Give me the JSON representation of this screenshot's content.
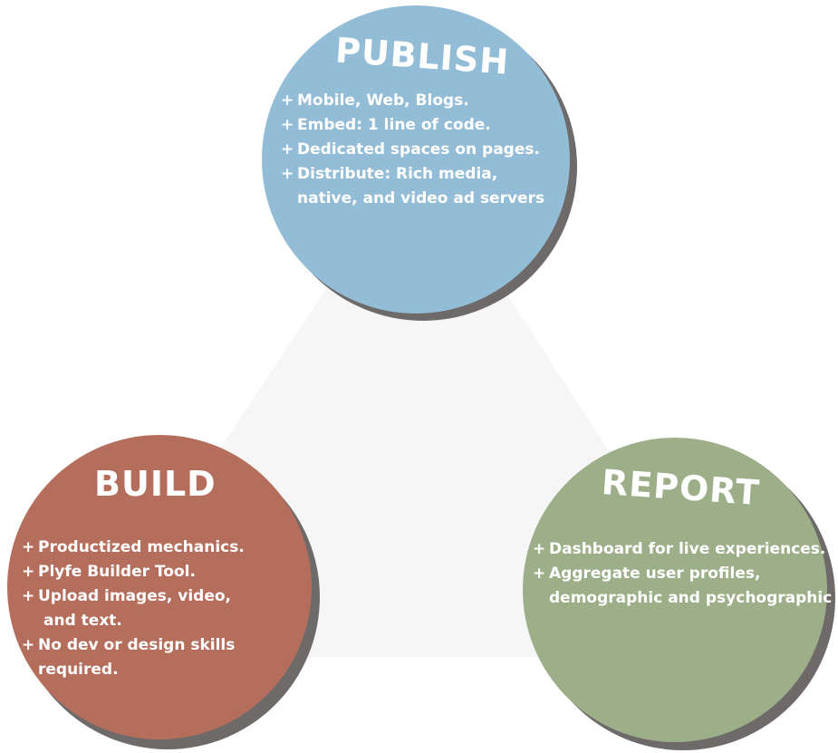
{
  "publish": {
    "title": "PUBLISH",
    "color": "#93bcd6",
    "items": [
      {
        "line1": "Mobile, Web, Blogs.",
        "line2": ""
      },
      {
        "line1": "Embed: 1 line of code.",
        "line2": ""
      },
      {
        "line1": "Dedicated spaces on pages.",
        "line2": ""
      },
      {
        "line1": "Distribute: Rich media,",
        "line2": "native, and video ad servers"
      }
    ]
  },
  "build": {
    "title": "BUILD",
    "color": "#b56e5c",
    "items": [
      {
        "line1": "Productized mechanics.",
        "line2": ""
      },
      {
        "line1": "Plyfe Builder Tool.",
        "line2": ""
      },
      {
        "line1": "Upload images, video,",
        "line2": "and text."
      },
      {
        "line1": "No dev or design skills",
        "line2": "required."
      }
    ]
  },
  "report": {
    "title": "REPORT",
    "color": "#9daf89",
    "items": [
      {
        "line1": "Dashboard for live experiences.",
        "line2": ""
      },
      {
        "line1": "Aggregate user profiles,",
        "line2": "demographic and psychographic"
      }
    ]
  },
  "bullet_symbol": "+",
  "shadow_color": "#6e6a6a",
  "triangle_color": "#f6f6f6"
}
